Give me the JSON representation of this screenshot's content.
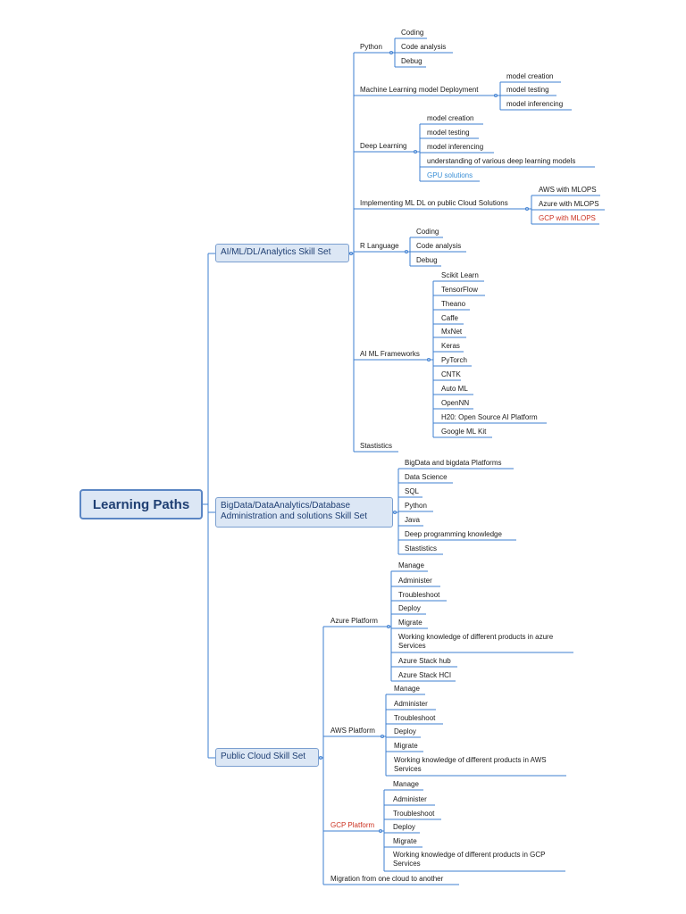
{
  "root": "Learning Paths",
  "branches": [
    {
      "label": "AI/ML/DL/Analytics Skill Set",
      "children": [
        {
          "label": "Python",
          "children": [
            "Coding",
            "Code analysis",
            "Debug"
          ]
        },
        {
          "label": "Machine Learning model Deployment",
          "children": [
            "model creation",
            "model testing",
            "model inferencing"
          ]
        },
        {
          "label": "Deep Learning",
          "children": [
            "model creation",
            "model testing",
            "model inferencing",
            "understanding of various deep learning models",
            "GPU solutions"
          ]
        },
        {
          "label": "Implementing ML DL on public Cloud Solutions",
          "children": [
            "AWS with MLOPS",
            "Azure with MLOPS",
            "GCP with MLOPS"
          ]
        },
        {
          "label": "R Language",
          "children": [
            "Coding",
            "Code analysis",
            "Debug"
          ]
        },
        {
          "label": "AI ML Frameworks",
          "children": [
            "Scikit Learn",
            "TensorFlow",
            "Theano",
            "Caffe",
            "MxNet",
            "Keras",
            "PyTorch",
            "CNTK",
            "Auto ML",
            "OpenNN",
            "H20: Open Source AI Platform",
            "Google ML Kit"
          ]
        },
        {
          "label": "Stastistics",
          "children": []
        }
      ]
    },
    {
      "label": "BigData/DataAnalytics/Database Administration and solutions Skill Set",
      "children": [
        {
          "label": "BigData and bigdata Platforms"
        },
        {
          "label": "Data Science"
        },
        {
          "label": "SQL"
        },
        {
          "label": "Python"
        },
        {
          "label": "Java"
        },
        {
          "label": "Deep programming knowledge"
        },
        {
          "label": "Stastistics"
        }
      ]
    },
    {
      "label": "Public Cloud Skill Set",
      "children": [
        {
          "label": "Azure Platform",
          "children": [
            "Manage",
            "Administer",
            "Troubleshoot",
            "Deploy",
            "Migrate",
            "Working knowledge of different products in azure Services",
            "Azure Stack hub",
            "Azure Stack HCI"
          ]
        },
        {
          "label": "AWS Platform",
          "children": [
            "Manage",
            "Administer",
            "Troubleshoot",
            "Deploy",
            "Migrate",
            "Working knowledge of different products in AWS Services"
          ]
        },
        {
          "label": "GCP Platform",
          "children": [
            "Manage",
            "Administer",
            "Troubleshoot",
            "Deploy",
            "Migrate",
            "Working knowledge of different products in GCP Services"
          ]
        },
        {
          "label": "Migration from one cloud to another",
          "children": []
        }
      ]
    }
  ],
  "colors": {
    "line": "#3d7fd1",
    "box_fill": "#dce7f5",
    "box_border": "#7b9fd0",
    "text": "#1a1a1a",
    "highlight_red": "#cc3322",
    "highlight_blue": "#3a8fd6"
  }
}
